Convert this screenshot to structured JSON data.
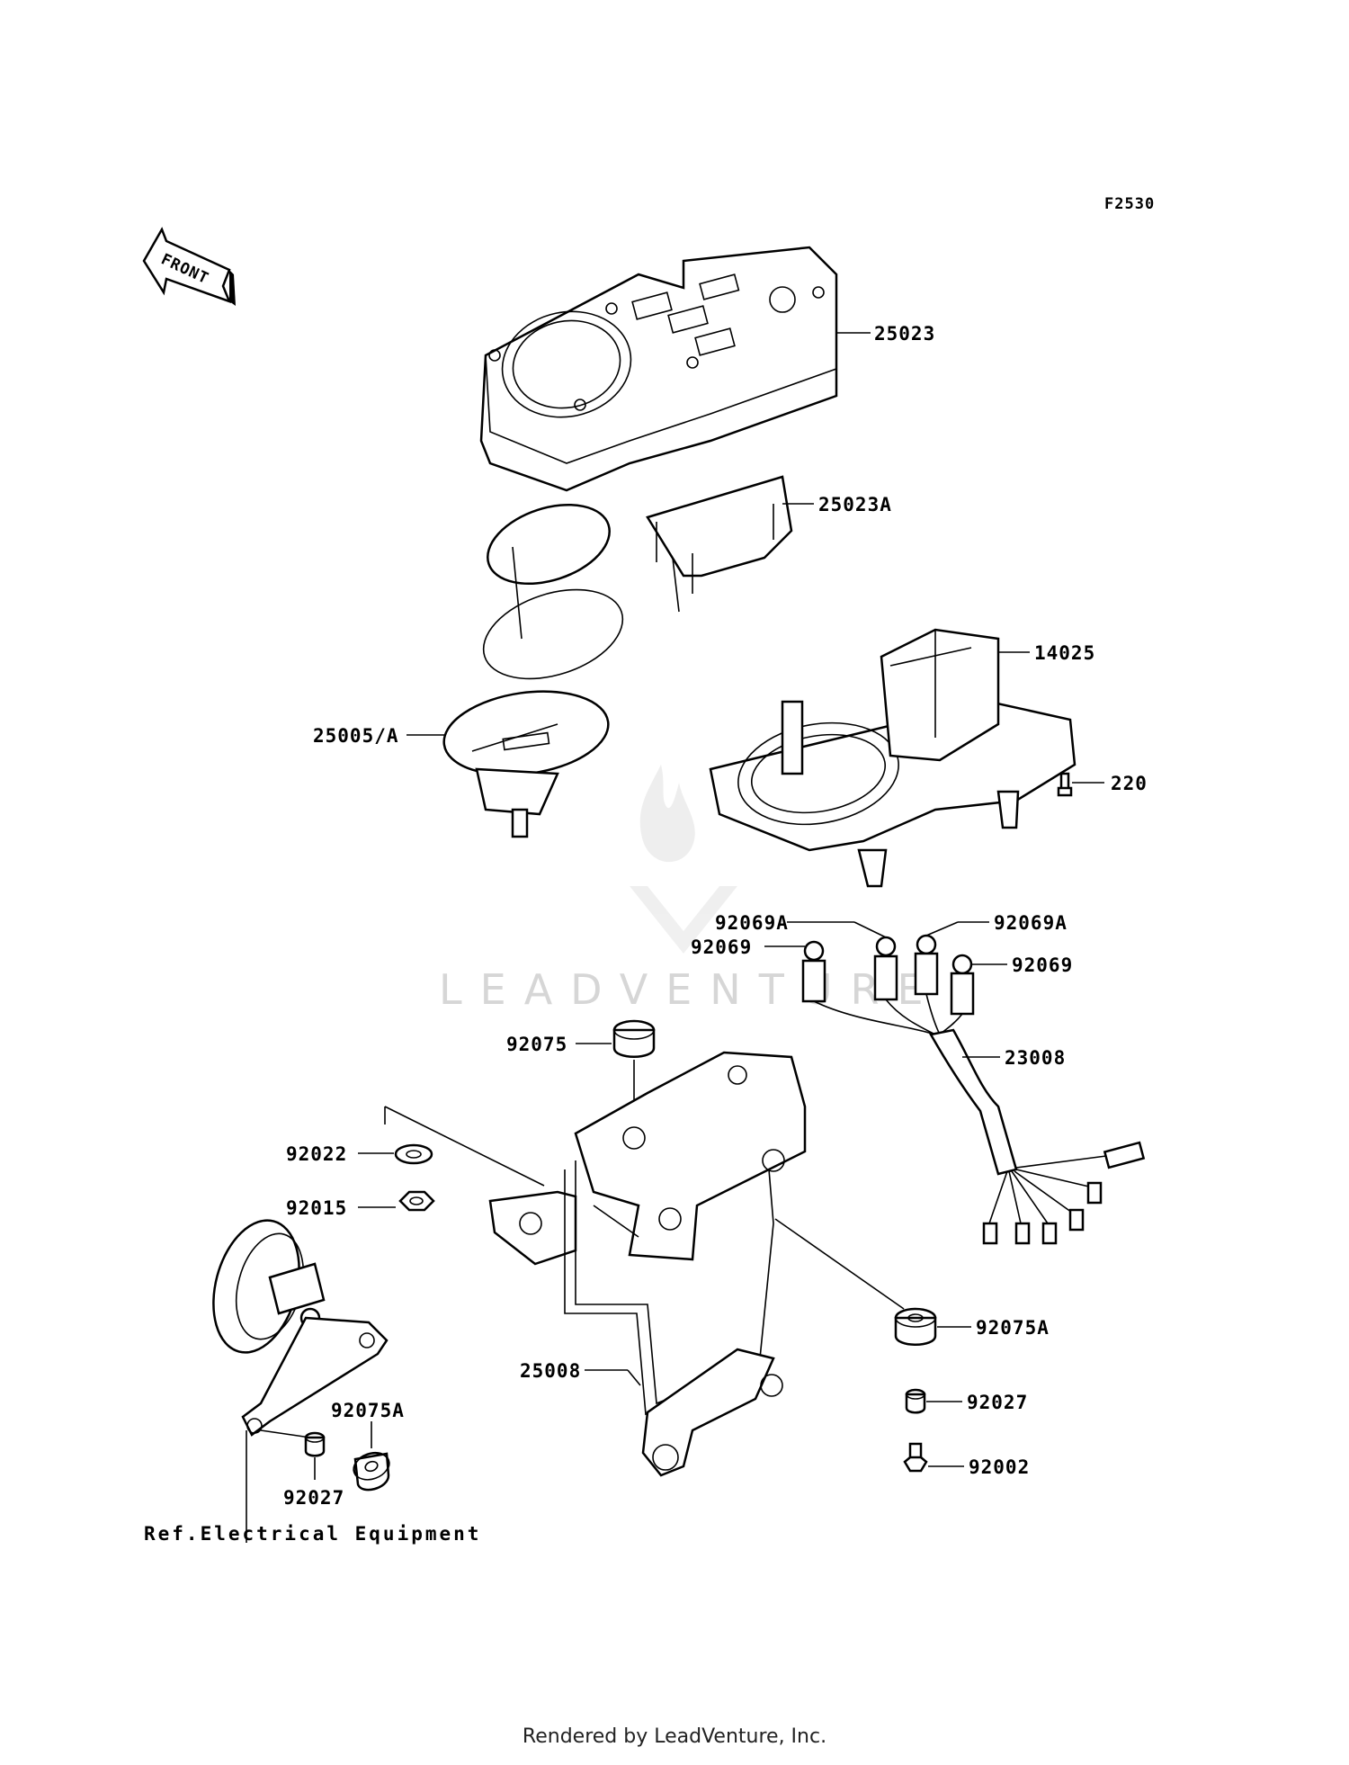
{
  "figure_code": "F2530",
  "front_label": "FRONT",
  "watermark": "LEADVENTURE",
  "footer": "Rendered by LeadVenture, Inc.",
  "callouts": {
    "c25023": "25023",
    "c25023a": "25023A",
    "c14025": "14025",
    "c25005": "25005/A",
    "c220": "220",
    "c92069a_left": "92069A",
    "c92069a_right": "92069A",
    "c92069_left": "92069",
    "c92069_right": "92069",
    "c92075": "92075",
    "c23008": "23008",
    "c92022": "92022",
    "c92015": "92015",
    "c92075a_right": "92075A",
    "c92075a_left": "92075A",
    "c92027_right": "92027",
    "c92027_left": "92027",
    "c25008": "25008",
    "c92002": "92002",
    "ref_electrical": "Ref.Electrical Equipment"
  }
}
